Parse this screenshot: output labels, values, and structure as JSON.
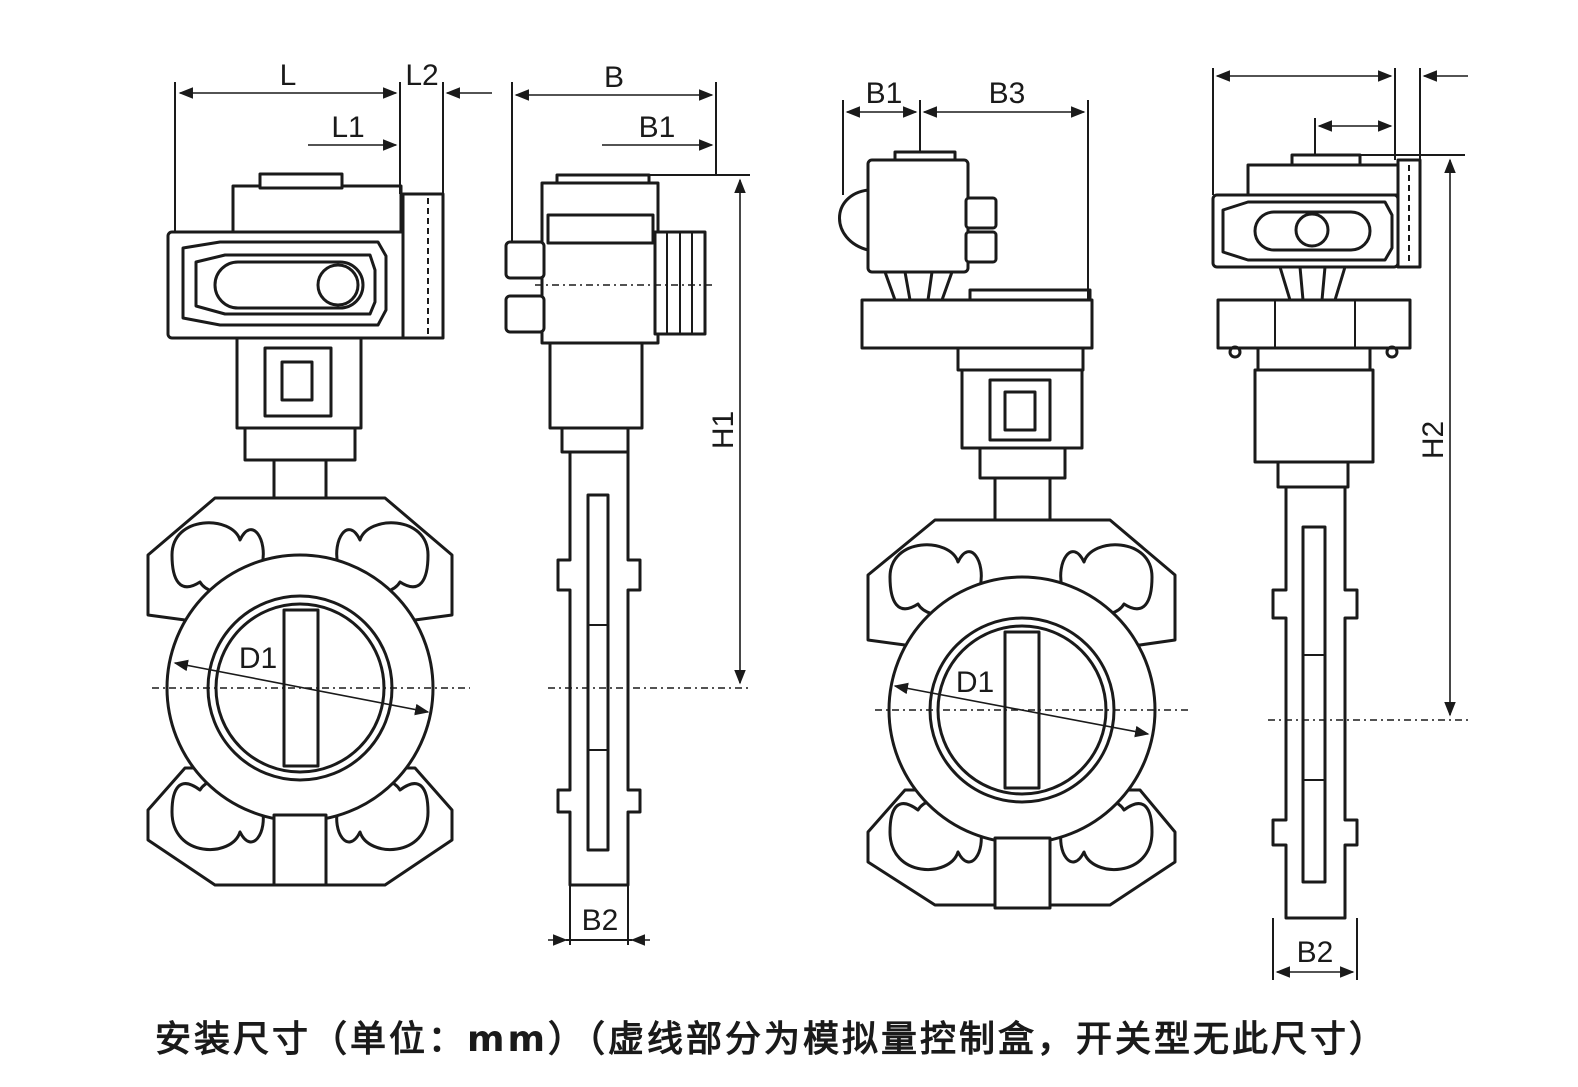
{
  "labels": {
    "L": "L",
    "L1": "L1",
    "L2": "L2",
    "B": "B",
    "B1": "B1",
    "B3": "B3",
    "B2": "B2",
    "H1": "H1",
    "H2": "H2",
    "D1": "D1"
  },
  "caption": "安装尺寸（单位：mm）（虚线部分为模拟量控制盒，开关型无此尺寸）"
}
